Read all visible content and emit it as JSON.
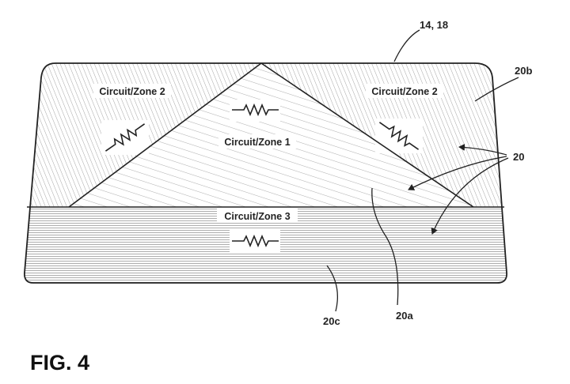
{
  "figure": {
    "label": "FIG. 4"
  },
  "zones": {
    "zone1_label": "Circuit/Zone 1",
    "zone2_left_label": "Circuit/Zone 2",
    "zone2_right_label": "Circuit/Zone 2",
    "zone3_label": "Circuit/Zone 3"
  },
  "references": {
    "assembly": "14, 18",
    "heater": "20",
    "zone_a": "20a",
    "zone_b": "20b",
    "zone_c": "20c"
  },
  "icons": {
    "resistor": "resistor-icon"
  },
  "colors": {
    "line": "#222222",
    "hatch": "#8a8a8a",
    "background": "#ffffff"
  }
}
